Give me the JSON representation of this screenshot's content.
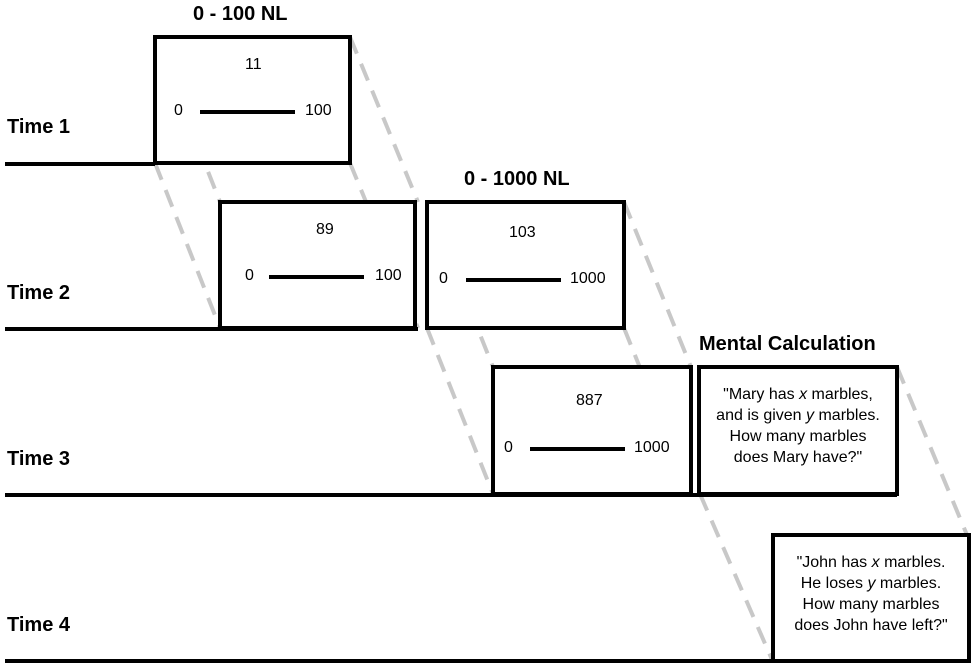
{
  "headers": {
    "nl100": "0 - 100 NL",
    "nl1000": "0 - 1000 NL",
    "mental": "Mental Calculation"
  },
  "times": [
    "Time 1",
    "Time 2",
    "Time 3",
    "Time 4"
  ],
  "trials": {
    "t1_nl100": {
      "target": "11",
      "min": "0",
      "max": "100"
    },
    "t2_nl100": {
      "target": "89",
      "min": "0",
      "max": "100"
    },
    "t2_nl1000": {
      "target": "103",
      "min": "0",
      "max": "1000"
    },
    "t3_nl1000": {
      "target": "887",
      "min": "0",
      "max": "1000"
    }
  },
  "problems": {
    "mary": {
      "line1_a": "\"Mary has ",
      "line1_var": "x",
      "line1_b": " marbles,",
      "line2_a": "and is given ",
      "line2_var": "y",
      "line2_b": " marbles.",
      "line3": "How many marbles",
      "line4": "does Mary have?\""
    },
    "john": {
      "line1_a": "\"John has ",
      "line1_var": "x",
      "line1_b": " marbles.",
      "line2_a": "He loses ",
      "line2_var": "y",
      "line2_b": " marbles.",
      "line3": "How many marbles",
      "line4": "does John have left?\""
    }
  },
  "colors": {
    "connector": "#c8c8c8",
    "ink": "#000000"
  }
}
